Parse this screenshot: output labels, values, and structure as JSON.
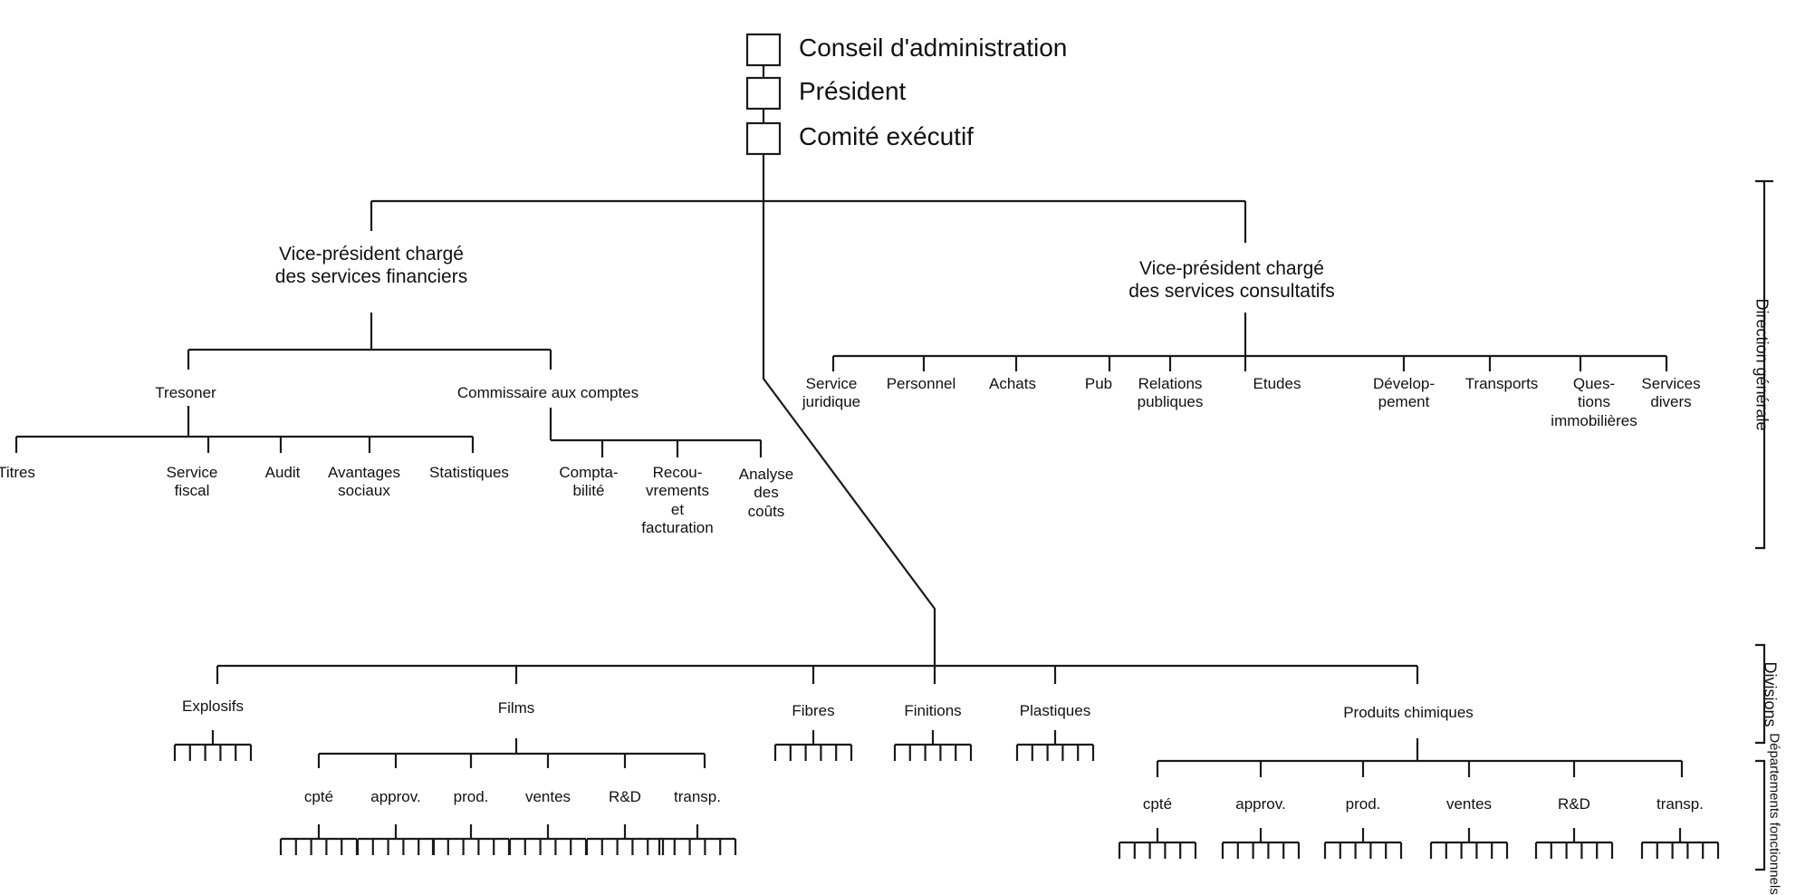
{
  "top": {
    "board": "Conseil d'administration",
    "president": "Président",
    "executive": "Comité exécutif"
  },
  "vp_finance": {
    "title": "Vice-président chargé\ndes services financiers",
    "treasurer": {
      "label": "Tresoner",
      "children": [
        "Titres",
        "Service\nfiscal",
        "Audit",
        "Avantages\nsociaux",
        "Statistiques"
      ]
    },
    "auditor": {
      "label": "Commissaire aux comptes",
      "children": [
        "Compta-\nbilité",
        "Recou-\nvrements\net\nfacturation",
        "Analyse\ndes\ncoûts"
      ]
    }
  },
  "vp_consulting": {
    "title": "Vice-président chargé\ndes services consultatifs",
    "children": [
      "Service\njuridique",
      "Personnel",
      "Achats",
      "Pub",
      "Relations\npubliques",
      "Etudes",
      "Dévelop-\npement",
      "Transports",
      "Ques-\ntions\nimmobilières",
      "Services\ndivers"
    ]
  },
  "divisions": [
    "Explosifs",
    "Films",
    "Fibres",
    "Finitions",
    "Plastiques",
    "Produits chimiques"
  ],
  "functional_departments": [
    "cpté",
    "approv.",
    "prod.",
    "ventes",
    "R&D",
    "transp."
  ],
  "side_labels": {
    "general_management": "Direction générale",
    "divisions": "Divisions",
    "functional": "Départements fonctionnels"
  }
}
